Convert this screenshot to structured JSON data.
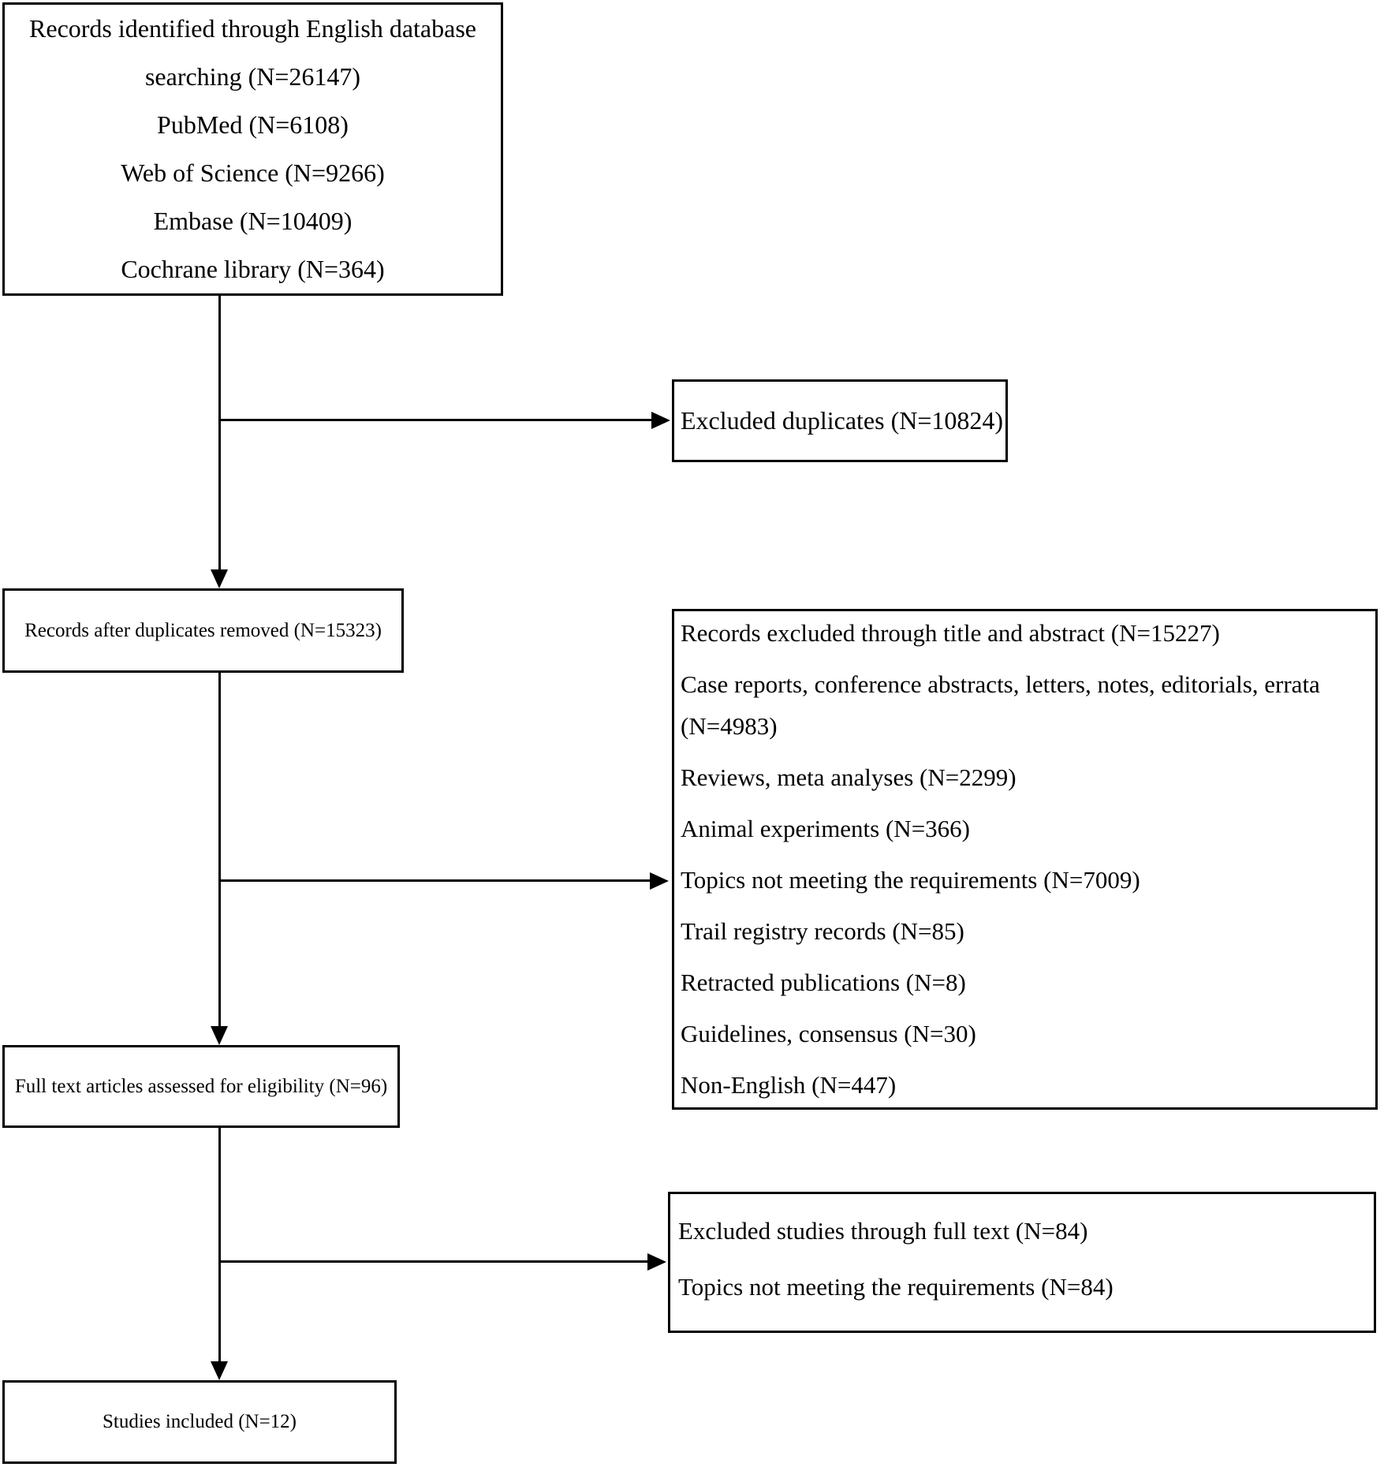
{
  "diagram": {
    "type": "flowchart",
    "colors": {
      "border": "#000000",
      "text": "#000000",
      "background": "#ffffff"
    },
    "boxes": {
      "identification": {
        "lines": [
          "Records identified through English database",
          "searching (N=26147)",
          "PubMed (N=6108)",
          "Web of Science (N=9266)",
          "Embase (N=10409)",
          "Cochrane library (N=364)"
        ]
      },
      "duplicates_excluded": {
        "text": "Excluded duplicates (N=10824)"
      },
      "after_duplicates": {
        "text": "Records after duplicates removed (N=15323)"
      },
      "title_abstract_excluded": {
        "items": [
          "Records excluded through title and abstract (N=15227)",
          "Case reports, conference abstracts, letters, notes, editorials, errata (N=4983)",
          "Reviews, meta analyses (N=2299)",
          "Animal experiments (N=366)",
          "Topics not meeting the requirements (N=7009)",
          "Trail registry records (N=85)",
          "Retracted publications (N=8)",
          "Guidelines, consensus (N=30)",
          "Non-English (N=447)"
        ]
      },
      "fulltext_assessed": {
        "text": "Full text articles assessed for eligibility (N=96)"
      },
      "fulltext_excluded": {
        "items": [
          "Excluded studies through full text (N=84)",
          "Topics not meeting the requirements (N=84)"
        ]
      },
      "included": {
        "text": "Studies included (N=12)"
      }
    }
  }
}
